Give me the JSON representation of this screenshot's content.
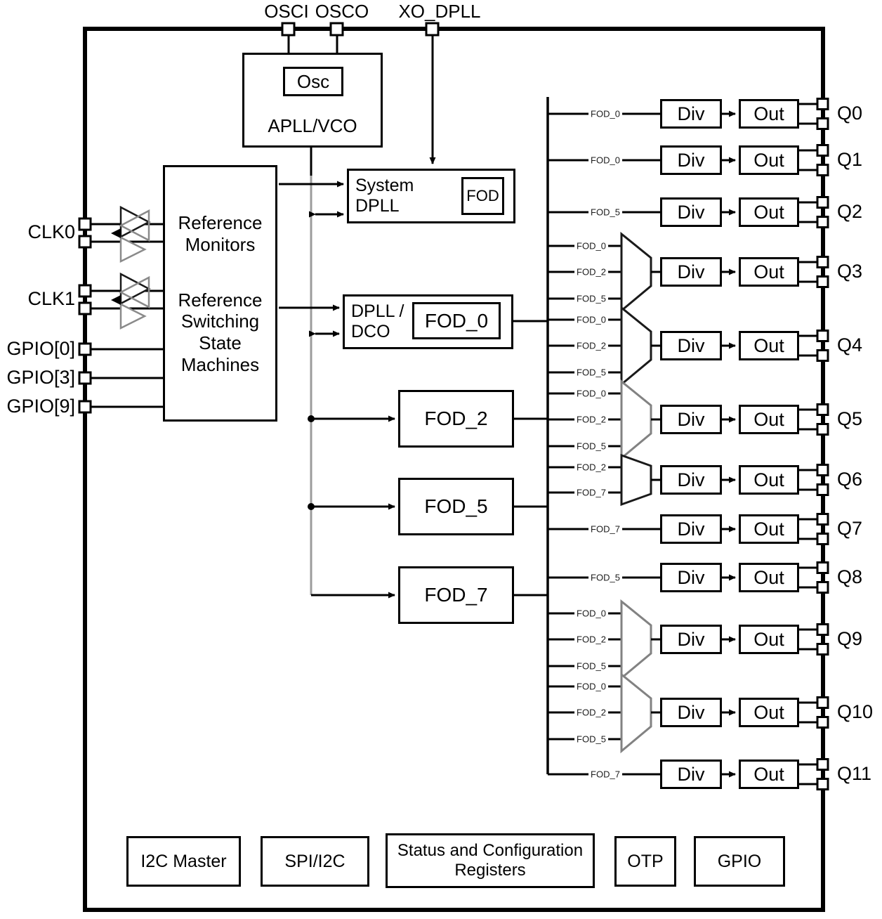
{
  "colors": {
    "line": "#000000",
    "bus_gray": "#9c9c9c",
    "background": "#ffffff"
  },
  "top_pins": [
    {
      "label": "OSCI"
    },
    {
      "label": "OSCO"
    },
    {
      "label": "XO_DPLL"
    }
  ],
  "left_pins": [
    {
      "label": "CLK0",
      "pin_count": 2
    },
    {
      "label": "CLK1",
      "pin_count": 2
    },
    {
      "label": "GPIO[0]",
      "pin_count": 1
    },
    {
      "label": "GPIO[3]",
      "pin_count": 1
    },
    {
      "label": "GPIO[9]",
      "pin_count": 1
    }
  ],
  "blocks": {
    "osc": "Osc",
    "apll": "APLL/VCO",
    "system_dpll": "System DPLL",
    "system_dpll_fod": "FOD",
    "reference_monitors": "Reference\nMonitors",
    "reference_switching": "Reference\nSwitching\nState\nMachines",
    "dpll_dco": "DPLL /\nDCO",
    "dpll_dco_fod": "FOD_0",
    "fod2": "FOD_2",
    "fod5": "FOD_5",
    "fod7": "FOD_7"
  },
  "labels": {
    "div": "Div",
    "out": "Out"
  },
  "output_rows": [
    {
      "q": "Q0",
      "inputs": [
        "FOD_0"
      ],
      "mux": false
    },
    {
      "q": "Q1",
      "inputs": [
        "FOD_0"
      ],
      "mux": false
    },
    {
      "q": "Q2",
      "inputs": [
        "FOD_5"
      ],
      "mux": false
    },
    {
      "q": "Q3",
      "inputs": [
        "FOD_0",
        "FOD_2",
        "FOD_5"
      ],
      "mux": true
    },
    {
      "q": "Q4",
      "inputs": [
        "FOD_0",
        "FOD_2",
        "FOD_5"
      ],
      "mux": true
    },
    {
      "q": "Q5",
      "inputs": [
        "FOD_0",
        "FOD_2",
        "FOD_5"
      ],
      "mux": true
    },
    {
      "q": "Q6",
      "inputs": [
        "FOD_2",
        "FOD_7"
      ],
      "mux": true
    },
    {
      "q": "Q7",
      "inputs": [
        "FOD_7"
      ],
      "mux": false
    },
    {
      "q": "Q8",
      "inputs": [
        "FOD_5"
      ],
      "mux": false
    },
    {
      "q": "Q9",
      "inputs": [
        "FOD_0",
        "FOD_2",
        "FOD_5"
      ],
      "mux": true
    },
    {
      "q": "Q10",
      "inputs": [
        "FOD_0",
        "FOD_2",
        "FOD_5"
      ],
      "mux": true
    },
    {
      "q": "Q11",
      "inputs": [
        "FOD_7"
      ],
      "mux": false
    }
  ],
  "bottom_blocks": [
    "I2C Master",
    "SPI/I2C",
    "Status and\nConfiguration Registers",
    "OTP",
    "GPIO"
  ]
}
